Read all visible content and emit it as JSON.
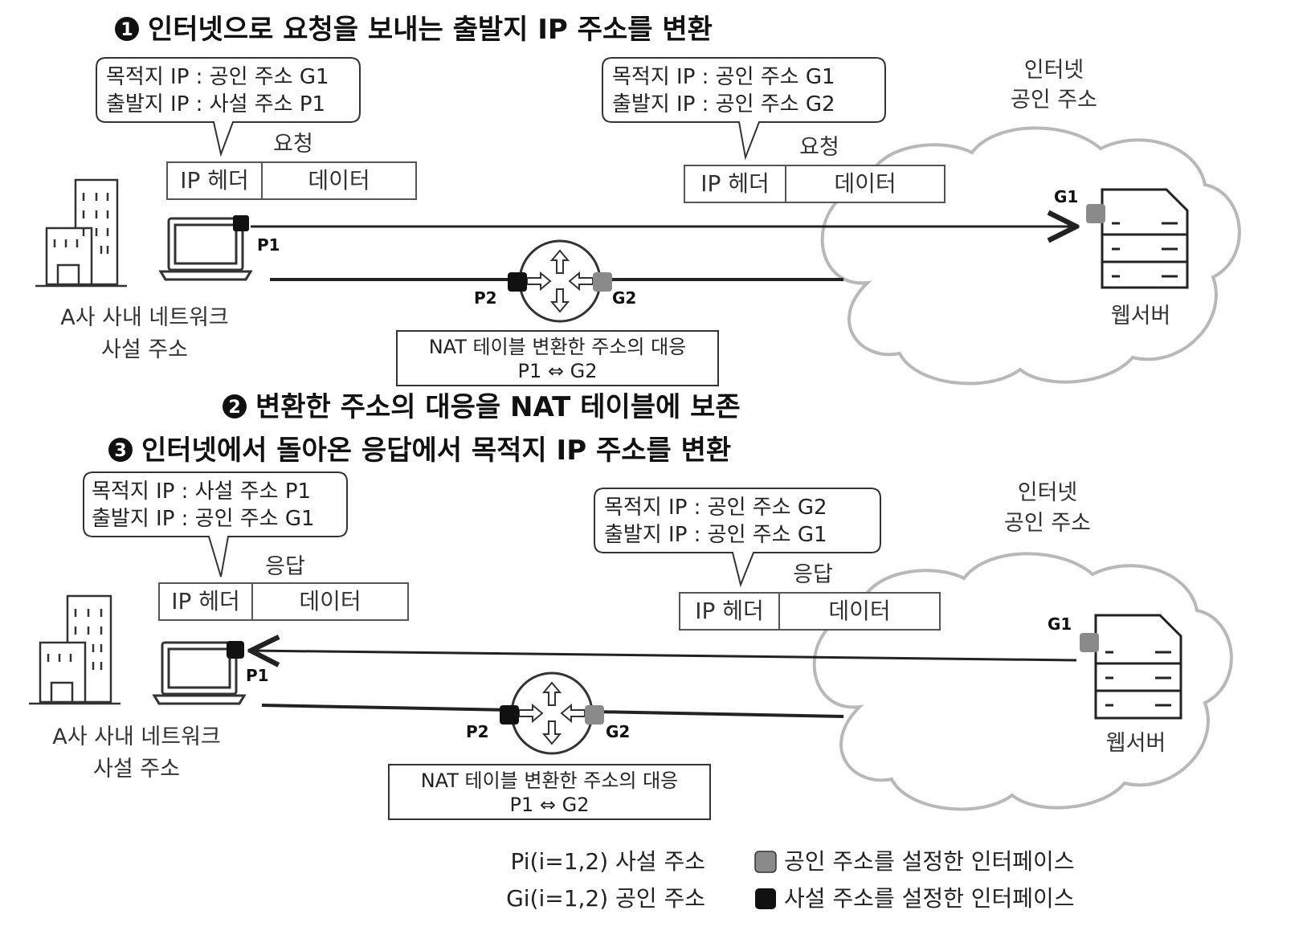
{
  "steps": {
    "step1": {
      "number": "1",
      "text": "인터넷으로 요청을 보내는 출발지 IP 주소를 변환"
    },
    "step2": {
      "number": "2",
      "text": "변환한 주소의 대응을 NAT 테이블에 보존"
    },
    "step3": {
      "number": "3",
      "text": "인터넷에서 돌아온 응답에서 목적지 IP 주소를 변환"
    }
  },
  "top": {
    "callout_left": {
      "line1": "목적지 IP : 공인 주소 G1",
      "line2": "출발지 IP : 사설 주소 P1"
    },
    "callout_right": {
      "line1": "목적지 IP : 공인 주소 G1",
      "line2": "출발지 IP : 공인 주소 G2"
    },
    "packet_label": "요청",
    "packet_header": "IP 헤더",
    "packet_data": "데이터",
    "internet_line1": "인터넷",
    "internet_line2": "공인 주소",
    "network_line1": "A사 사내 네트워크",
    "network_line2": "사설 주소",
    "server_label": "웹서버",
    "nat_title": "NAT 테이블 변환한 주소의 대응",
    "nat_mapping": "P1 ⇔ G2",
    "port_p1": "P1",
    "port_p2": "P2",
    "port_g1": "G1",
    "port_g2": "G2"
  },
  "bottom": {
    "callout_left": {
      "line1": "목적지 IP : 사설 주소 P1",
      "line2": "출발지 IP : 공인 주소 G1"
    },
    "callout_right": {
      "line1": "목적지 IP : 공인 주소 G2",
      "line2": "출발지 IP : 공인 주소 G1"
    },
    "packet_label": "응답",
    "packet_header": "IP 헤더",
    "packet_data": "데이터",
    "internet_line1": "인터넷",
    "internet_line2": "공인 주소",
    "network_line1": "A사 사내 네트워크",
    "network_line2": "사설 주소",
    "server_label": "웹서버",
    "nat_title": "NAT 테이블 변환한 주소의 대응",
    "nat_mapping": "P1 ⇔ G2",
    "port_p1": "P1",
    "port_p2": "P2",
    "port_g1": "G1",
    "port_g2": "G2"
  },
  "legend": {
    "private_def": "Pi(i=1,2) 사설 주소",
    "public_def": "Gi(i=1,2) 공인 주소",
    "public_iface": "공인 주소를 설정한 인터페이스",
    "private_iface": "사설 주소를 설정한 인터페이스"
  },
  "colors": {
    "public_interface": "#8a8a8a",
    "private_interface": "#111111",
    "cloud_stroke": "#b8b8b8",
    "line": "#222222"
  }
}
